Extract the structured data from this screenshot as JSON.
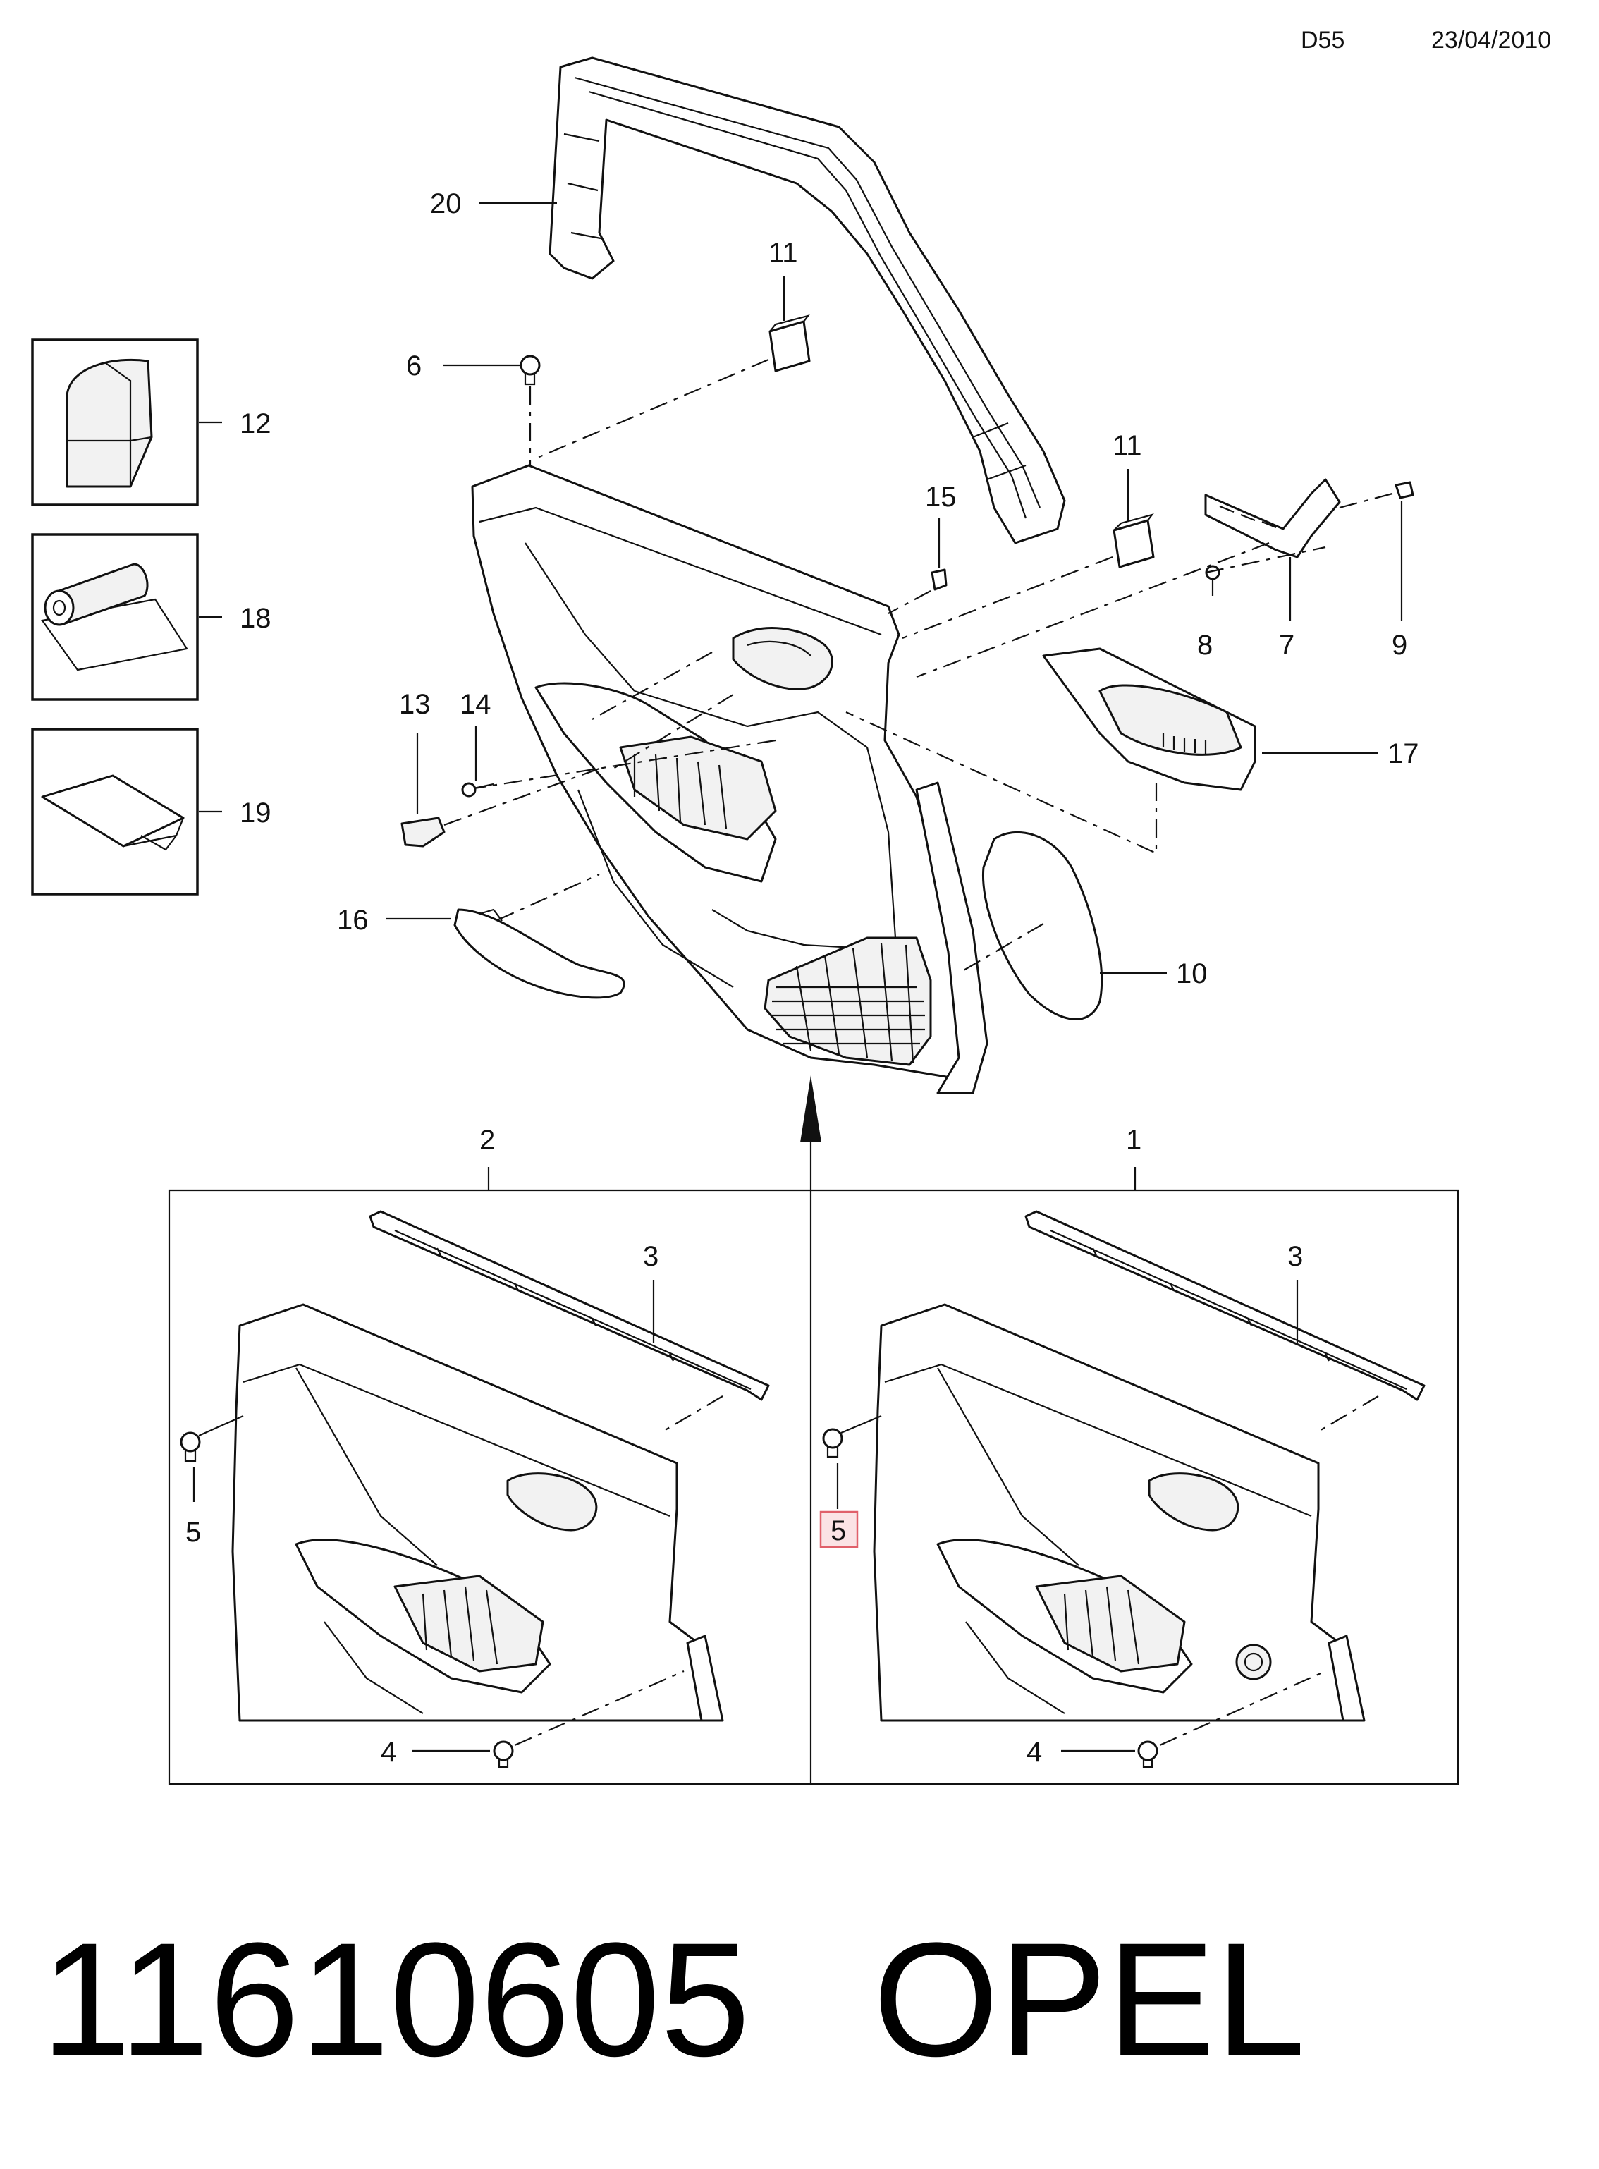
{
  "header": {
    "code": "D55",
    "date": "23/04/2010"
  },
  "footer": {
    "part_number": "11610605",
    "brand": "OPEL"
  },
  "callouts": {
    "c1": "1",
    "c2": "2",
    "c3a": "3",
    "c3b": "3",
    "c4a": "4",
    "c4b": "4",
    "c5a": "5",
    "c5b": "5",
    "c6": "6",
    "c7": "7",
    "c8": "8",
    "c9": "9",
    "c10": "10",
    "c11a": "11",
    "c11b": "11",
    "c12": "12",
    "c13": "13",
    "c14": "14",
    "c15": "15",
    "c16": "16",
    "c17": "17",
    "c18": "18",
    "c19": "19",
    "c20": "20"
  },
  "highlight": {
    "color": "#e0606a",
    "fill": "#fbe3e5"
  }
}
